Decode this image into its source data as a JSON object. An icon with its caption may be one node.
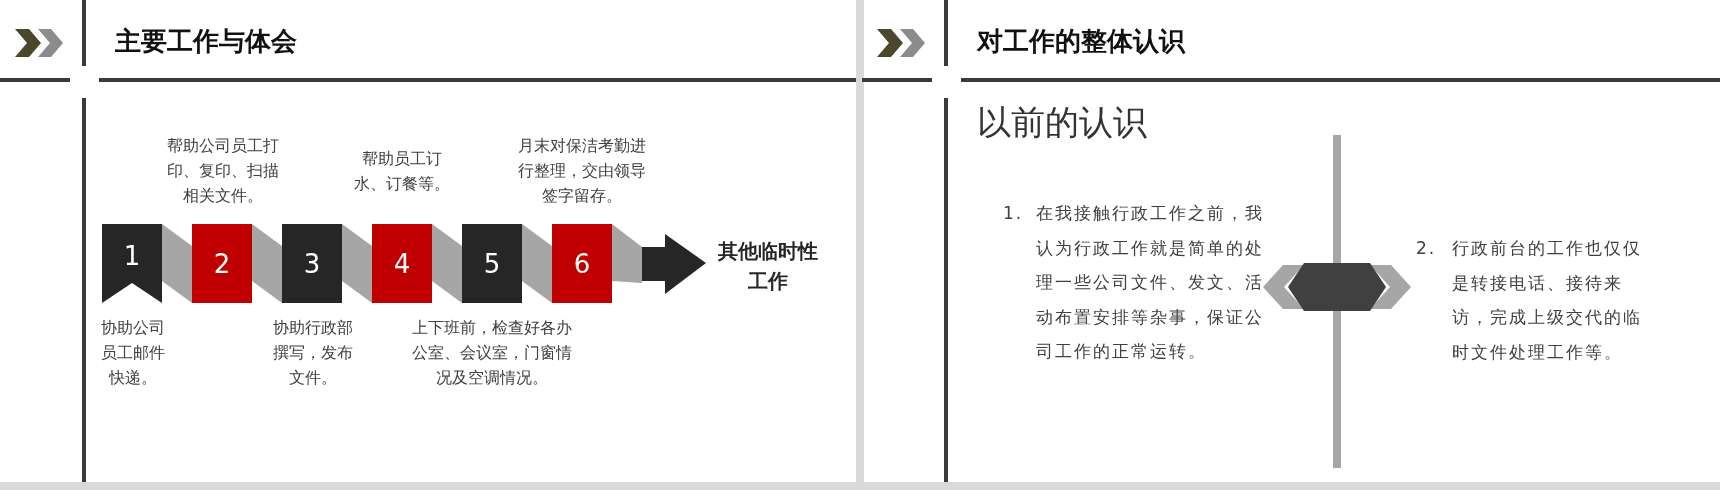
{
  "diagram": {
    "nodes": [
      {
        "text": [
          "1"
        ],
        "beside": [
          "协助公司员工邮件快递。"
        ]
      },
      {
        "text": [
          "2"
        ],
        "beside": [
          "帮助公司员工打印、复印、扫描相关文件。"
        ]
      },
      {
        "text": [
          "3"
        ],
        "beside": [
          "协助行政部撰写，发布文件。"
        ]
      },
      {
        "text": [
          "4"
        ],
        "beside": [
          "帮助员工订水、订餐等。"
        ]
      },
      {
        "text": [
          "5"
        ],
        "beside": [
          "上下班前，检查好各办公室、会议室，门窗情况及空调情况。"
        ]
      },
      {
        "text": [
          "6"
        ],
        "beside": [
          "月末对保洁考勤进行整理，交由领导签字留存。"
        ]
      },
      {
        "text": [
          "其他临时性工作"
        ]
      }
    ],
    "edges": [
      {
        "from": 0,
        "to": 1,
        "arrow": "none"
      },
      {
        "from": 1,
        "to": 2,
        "arrow": "none"
      },
      {
        "from": 2,
        "to": 3,
        "arrow": "none"
      },
      {
        "from": 3,
        "to": 4,
        "arrow": "none"
      },
      {
        "from": 4,
        "to": 5,
        "arrow": "none"
      },
      {
        "from": 5,
        "to": 6,
        "arrow": "to"
      }
    ],
    "labels": [
      "主要工作与体会",
      "对工作的整体认识",
      "以前的认识",
      "1.",
      "在我接触行政工作之前，我认为行政工作就是简单的处理一些公司文件、发文、活动布置安排等杂事，保证公司工作的正常运转。",
      "2.",
      "行政前台的工作也仅仅是转接电话、接待来访，完成上级交代的临时文件处理工作等。"
    ]
  }
}
